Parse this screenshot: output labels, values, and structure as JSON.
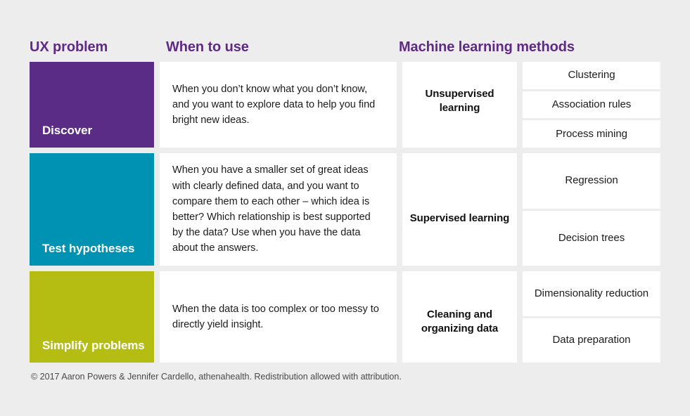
{
  "headers": {
    "ux_problem": "UX problem",
    "when_to_use": "When to use",
    "ml_methods": "Machine learning methods"
  },
  "colors": {
    "background": "#ededed",
    "header_text": "#5f2a84",
    "discover": "#5b2c86",
    "test_hypotheses": "#0092b3",
    "simplify_problems": "#b5bd12",
    "cell_background": "#ffffff",
    "body_text": "#1c1c1c",
    "footer_text": "#4a4a4a"
  },
  "rows": [
    {
      "problem": "Discover",
      "accent": "#5b2c86",
      "when_to_use": "When you don’t know what you don’t know, and you want to explore data to help you find bright new ideas.",
      "category": "Unsupervised learning",
      "methods": [
        "Clustering",
        "Association rules",
        "Process mining"
      ]
    },
    {
      "problem": "Test hypotheses",
      "accent": "#0092b3",
      "when_to_use": "When you have a smaller set of great ideas with clearly defined data, and you want to compare them to each other – which idea is better? Which relationship is best supported by the data? Use when you have the data about the answers.",
      "category": "Supervised learning",
      "methods": [
        "Regression",
        "Decision trees"
      ]
    },
    {
      "problem": "Simplify problems",
      "accent": "#b5bd12",
      "when_to_use": "When the data is too complex or too messy to directly yield insight.",
      "category": "Cleaning and organizing data",
      "methods": [
        "Dimensionality reduction",
        "Data preparation"
      ]
    }
  ],
  "footer": {
    "attribution": "© 2017 Aaron Powers & Jennifer Cardello, athenahealth. Redistribution allowed with attribution."
  },
  "chart_data": {
    "type": "table",
    "title": "UX problem to machine learning method mapping",
    "columns": [
      "UX problem",
      "When to use",
      "Machine learning methods",
      "Methods"
    ],
    "rows": [
      {
        "ux_problem": "Discover",
        "when_to_use": "When you don’t know what you don’t know, and you want to explore data to help you find bright new ideas.",
        "ml_category": "Unsupervised learning",
        "methods": [
          "Clustering",
          "Association rules",
          "Process mining"
        ]
      },
      {
        "ux_problem": "Test hypotheses",
        "when_to_use": "When you have a smaller set of great ideas with clearly defined data, and you want to compare them to each other – which idea is better? Which relationship is best supported by the data? Use when you have the data about the answers.",
        "ml_category": "Supervised learning",
        "methods": [
          "Regression",
          "Decision trees"
        ]
      },
      {
        "ux_problem": "Simplify problems",
        "when_to_use": "When the data is too complex or too messy to directly yield insight.",
        "ml_category": "Cleaning and organizing data",
        "methods": [
          "Dimensionality reduction",
          "Data preparation"
        ]
      }
    ]
  }
}
